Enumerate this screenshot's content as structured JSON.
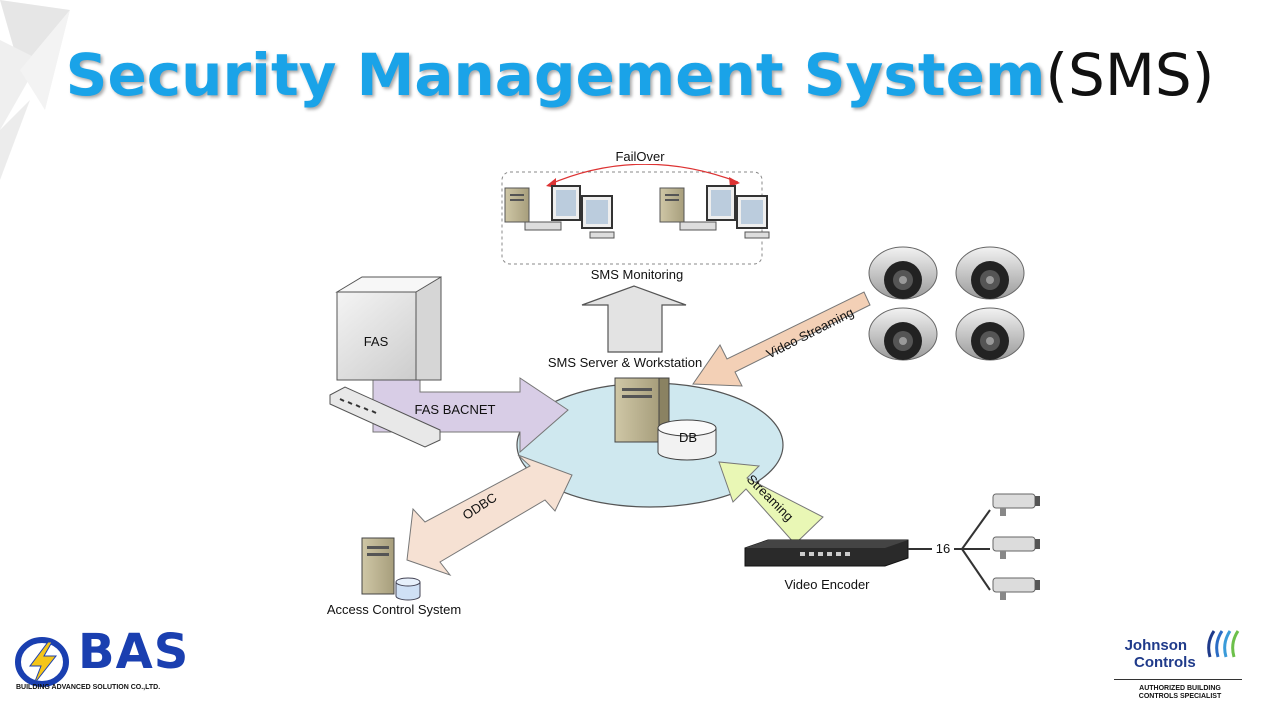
{
  "title": {
    "main": "Security Management System",
    "suffix": "(SMS)"
  },
  "diagram": {
    "failover_label": "FailOver",
    "monitoring_label": "SMS Monitoring",
    "server_label": "SMS Server & Workstation",
    "db_label": "DB",
    "fas_label": "FAS",
    "fas_link_label": "FAS BACNET",
    "odbc_label": "ODBC",
    "access_control_label": "Access Control System",
    "video_streaming_label": "Video Streaming",
    "streaming_label": "Streaming",
    "encoder_label": "Video Encoder",
    "camera_count_label": "16"
  },
  "logos": {
    "bas_word": "BAS",
    "bas_company": "BUILDING ADVANCED SOLUTION CO.,LTD.",
    "jc_line1": "Johnson",
    "jc_line2": "Controls",
    "jc_tag_line1": "AUTHORIZED BUILDING",
    "jc_tag_line2": "CONTROLS SPECIALIST"
  },
  "colors": {
    "title_blue": "#1aa3e8",
    "hub_fill": "#cfe8ef",
    "bacnet_arrow": "#d8cde6",
    "odbc_arrow": "#f6e1d3",
    "video_arrow": "#f3d0b6",
    "streaming_arrow": "#e9f7b5",
    "bas_blue": "#1a3fb0",
    "jc_navy": "#1f3a8a"
  }
}
